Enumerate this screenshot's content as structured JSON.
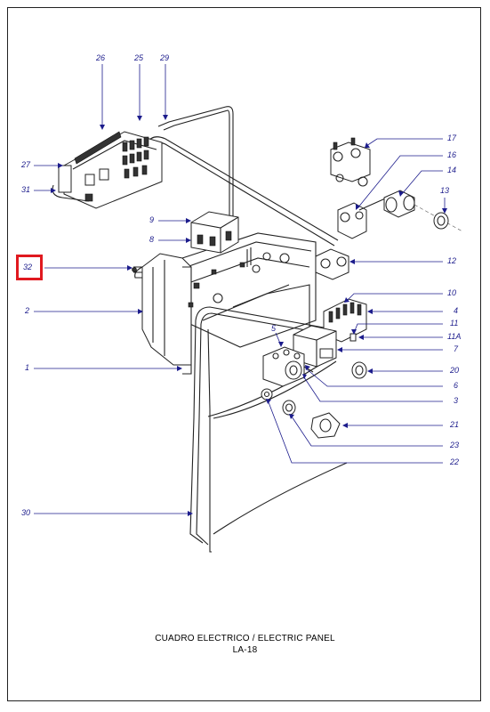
{
  "caption": {
    "line1": "CUADRO ELECTRICO / ELECTRIC PANEL",
    "line2": "LA-18"
  },
  "highlighted_part": "32",
  "callouts": [
    {
      "id": "26",
      "label": "26"
    },
    {
      "id": "25",
      "label": "25"
    },
    {
      "id": "29",
      "label": "29"
    },
    {
      "id": "27",
      "label": "27"
    },
    {
      "id": "31",
      "label": "31"
    },
    {
      "id": "17",
      "label": "17"
    },
    {
      "id": "16",
      "label": "16"
    },
    {
      "id": "14",
      "label": "14"
    },
    {
      "id": "13",
      "label": "13"
    },
    {
      "id": "9",
      "label": "9"
    },
    {
      "id": "8",
      "label": "8"
    },
    {
      "id": "32",
      "label": "32"
    },
    {
      "id": "12",
      "label": "12"
    },
    {
      "id": "2",
      "label": "2"
    },
    {
      "id": "10",
      "label": "10"
    },
    {
      "id": "4",
      "label": "4"
    },
    {
      "id": "11",
      "label": "11"
    },
    {
      "id": "11A",
      "label": "11A"
    },
    {
      "id": "5",
      "label": "5"
    },
    {
      "id": "7",
      "label": "7"
    },
    {
      "id": "1",
      "label": "1"
    },
    {
      "id": "20",
      "label": "20"
    },
    {
      "id": "6",
      "label": "6"
    },
    {
      "id": "3",
      "label": "3"
    },
    {
      "id": "21",
      "label": "21"
    },
    {
      "id": "23",
      "label": "23"
    },
    {
      "id": "22",
      "label": "22"
    },
    {
      "id": "30",
      "label": "30"
    }
  ]
}
